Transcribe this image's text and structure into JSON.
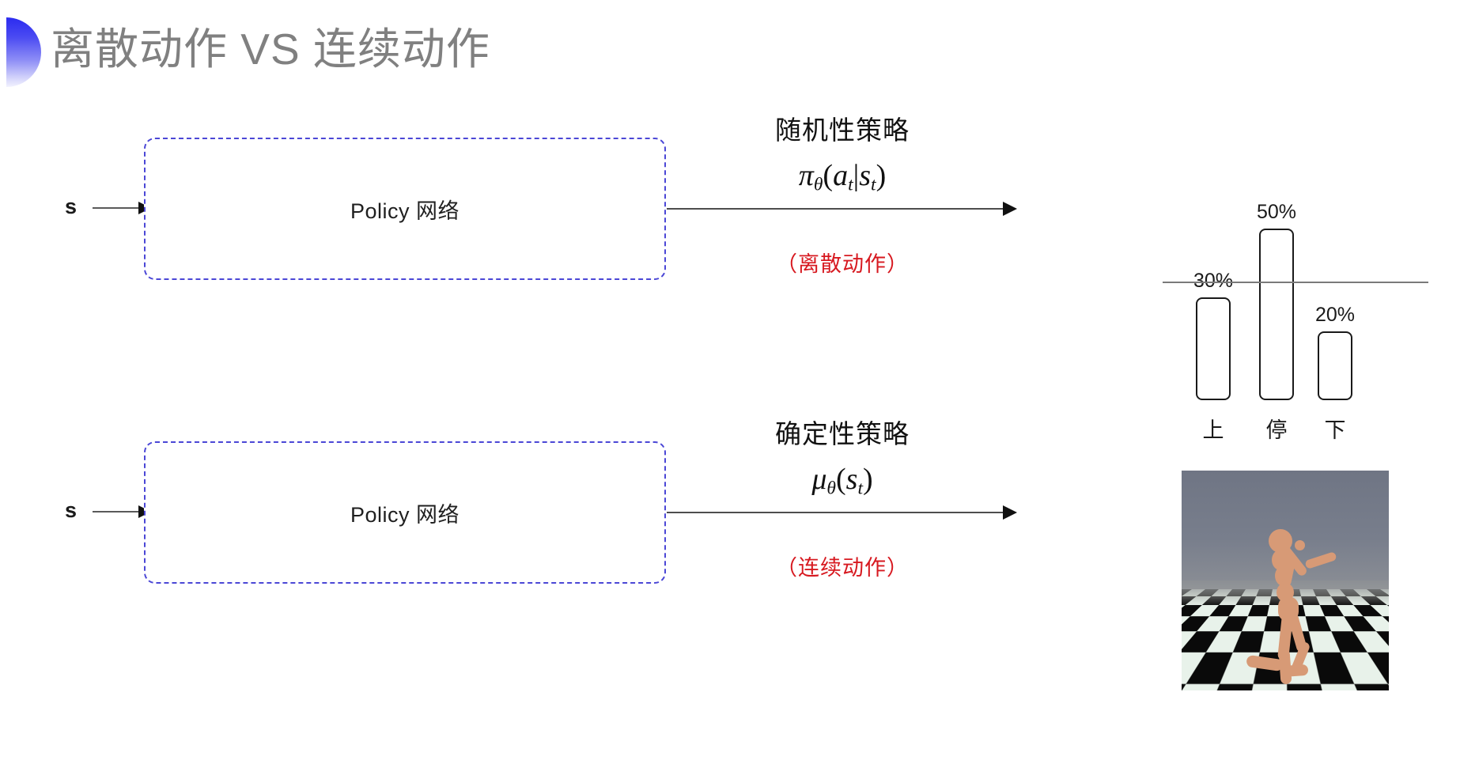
{
  "slide": {
    "title": "离散动作 VS 连续动作",
    "bullet_icon": "half-circle-gradient-icon",
    "title_color": "#808080",
    "accent_color": "#2b2bf0",
    "note_color": "#d71920",
    "box_border_color": "#4b47d6"
  },
  "rows": [
    {
      "id": "discrete",
      "input_label": "s",
      "box_label": "Policy 网络",
      "annotation_title": "随机性策略",
      "formula": "π_θ(a_t|s_t)",
      "formula_parts": {
        "fn": "π",
        "fn_sub": "θ",
        "open": "(",
        "arg1": "a",
        "arg1_sub": "t",
        "bar": "|",
        "arg2": "s",
        "arg2_sub": "t",
        "close": ")"
      },
      "note": "（离散动作）",
      "output_kind": "bar-chart"
    },
    {
      "id": "continuous",
      "input_label": "s",
      "box_label": "Policy 网络",
      "annotation_title": "确定性策略",
      "formula": "μ_θ(s_t)",
      "formula_parts": {
        "fn": "μ",
        "fn_sub": "θ",
        "open": "(",
        "arg1": "s",
        "arg1_sub": "t",
        "close": ")"
      },
      "note": "（连续动作）",
      "output_kind": "humanoid-simulation"
    }
  ],
  "chart_data": {
    "type": "bar",
    "title": "",
    "xlabel": "",
    "ylabel": "",
    "categories": [
      "上",
      "停",
      "下"
    ],
    "values": [
      30,
      50,
      20
    ],
    "value_labels": [
      "30%",
      "50%",
      "20%"
    ],
    "ylim": [
      0,
      60
    ],
    "grid": false,
    "legend": "none",
    "bar_fill": "#ffffff",
    "bar_stroke": "#1a1a1a"
  },
  "simulation": {
    "name": "humanoid-mujoco-render",
    "description": "humanoid figure on checkerboard floor"
  }
}
